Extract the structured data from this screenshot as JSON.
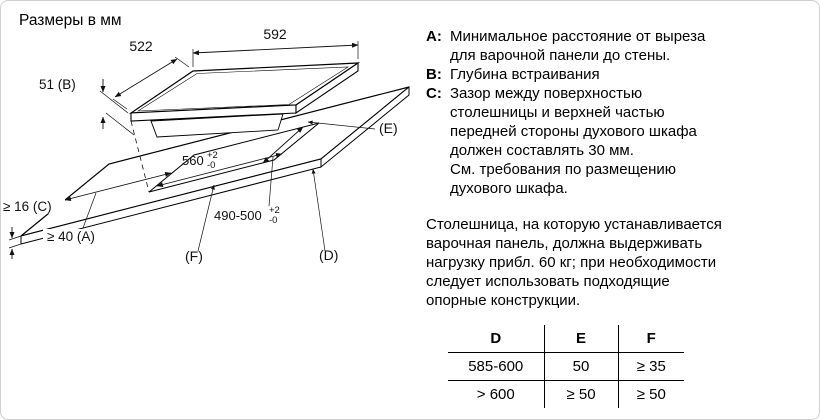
{
  "title": "Размеры в мм",
  "diagram": {
    "dims": {
      "d522": "522",
      "d592": "592",
      "d51": "51 (B)",
      "d16": "≥ 16 (C)",
      "d40": "≥ 40 (A)",
      "d560": {
        "base": "560",
        "tol_up": "+2",
        "tol_dn": "-0"
      },
      "d490": {
        "base": "490-500",
        "tol_up": "+2",
        "tol_dn": "-0"
      },
      "e": "(E)",
      "d": "(D)",
      "f": "(F)"
    }
  },
  "legend": {
    "items": [
      {
        "key": "A:",
        "text": "Минимальное расстояние от выреза\nдля варочной панели до стены."
      },
      {
        "key": "B:",
        "text": "Глубина встраивания"
      },
      {
        "key": "C:",
        "text": "Зазор между поверхностью\nстолешницы и верхней частью\nпередней стороны духового шкафа\nдолжен составлять 30 мм.\nСм. требования по размещению\nдухового шкафа."
      }
    ]
  },
  "note": "Столешница, на которую устанавливается\nварочная панель, должна выдерживать\nнагрузку прибл. 60 кг; при необходимости\nследует использовать подходящие\nопорные конструкции.",
  "table": {
    "headers": [
      "D",
      "E",
      "F"
    ],
    "rows": [
      [
        "585-600",
        "50",
        "≥ 35"
      ],
      [
        "> 600",
        "≥ 50",
        "≥ 50"
      ]
    ]
  }
}
